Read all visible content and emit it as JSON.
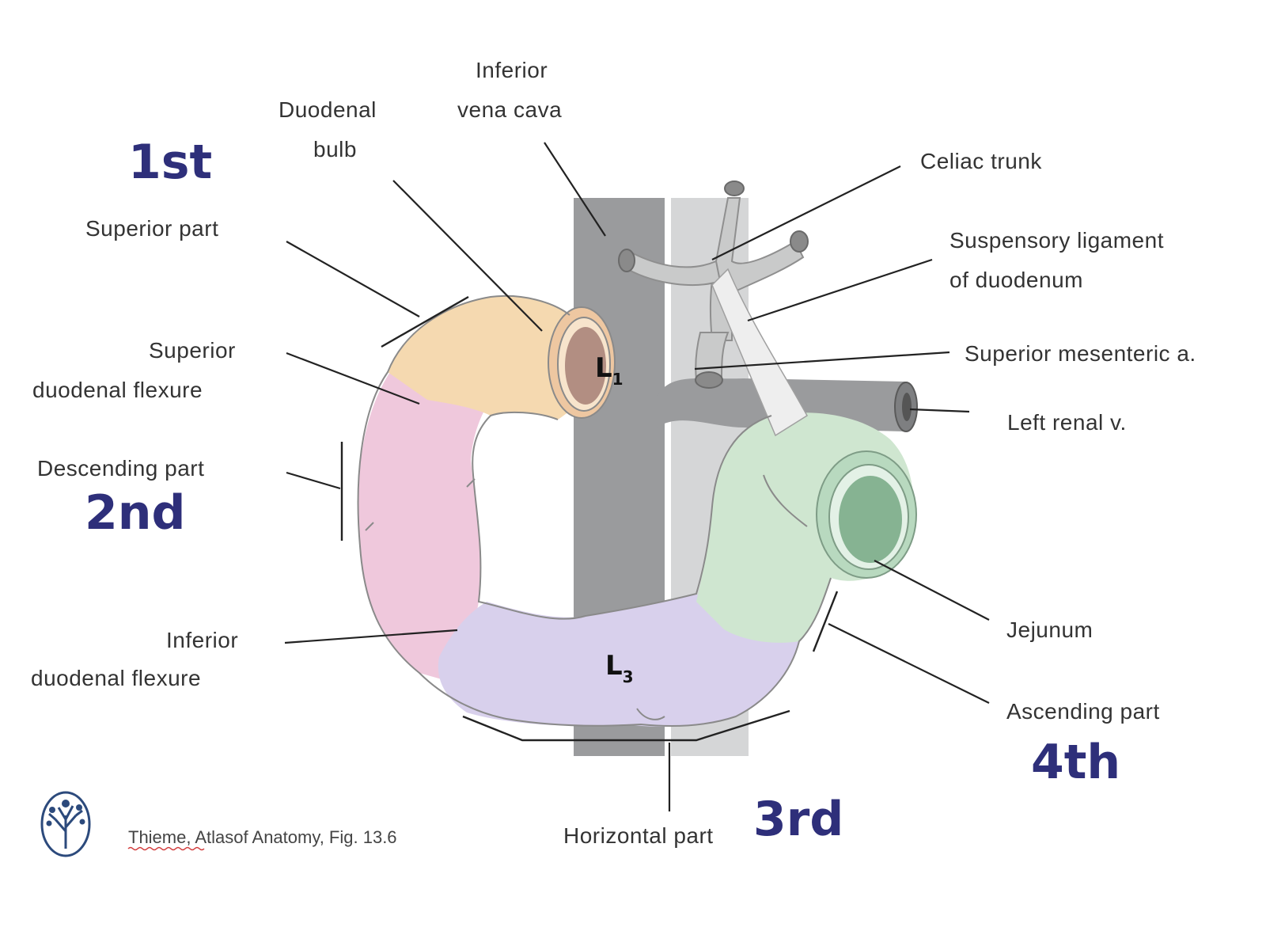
{
  "labels": {
    "inferior_vena_cava_1": "Inferior",
    "inferior_vena_cava_2": "vena cava",
    "duodenal_bulb_1": "Duodenal",
    "duodenal_bulb_2": "bulb",
    "celiac_trunk": "Celiac trunk",
    "suspensory_ligament_1": "Suspensory ligament",
    "suspensory_ligament_2": "of duodenum",
    "superior_mesenteric": "Superior mesenteric a.",
    "left_renal_v": "Left renal v.",
    "superior_part": "Superior part",
    "superior_flexure_1": "Superior",
    "superior_flexure_2": "duodenal flexure",
    "descending_part": "Descending part",
    "inferior_flexure_1": "Inferior",
    "inferior_flexure_2": "duodenal flexure",
    "jejunum": "Jejunum",
    "ascending_part": "Ascending part",
    "horizontal_part": "Horizontal part"
  },
  "ordinals": {
    "first": "1st",
    "second": "2nd",
    "third": "3rd",
    "fourth": "4th"
  },
  "vertebrae": {
    "l1_main": "L",
    "l1_sub": "1",
    "l3_main": "L",
    "l3_sub": "3"
  },
  "caption": {
    "source_name": "Thieme",
    "source_rest": ", Atlasof Anatomy, Fig. 13.6"
  },
  "colors": {
    "superior_part": "#f5d9b0",
    "descending_part": "#efc8dc",
    "horizontal_part": "#d8d0ec",
    "ascending_part": "#cfe6d0",
    "ivc": "#9a9b9d",
    "aorta": "#d5d6d7",
    "ordinal_text": "#2e2f7a"
  },
  "icons": {
    "logo": "tree-logo-icon"
  }
}
